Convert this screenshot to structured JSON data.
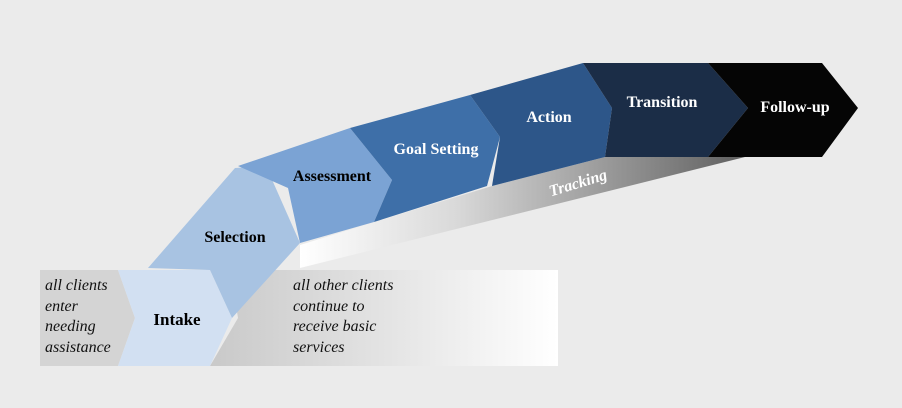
{
  "steps": [
    {
      "label": "Intake",
      "fill": "#d2e0f2",
      "text_color": "#000000"
    },
    {
      "label": "Selection",
      "fill": "#a8c3e2",
      "text_color": "#000000"
    },
    {
      "label": "Assessment",
      "fill": "#7ba3d4",
      "text_color": "#000000"
    },
    {
      "label": "Goal Setting",
      "fill": "#3e6fa8",
      "text_color": "#ffffff"
    },
    {
      "label": "Action",
      "fill": "#2d5689",
      "text_color": "#ffffff"
    },
    {
      "label": "Transition",
      "fill": "#1b2d47",
      "text_color": "#ffffff"
    },
    {
      "label": "Follow-up",
      "fill": "#050505",
      "text_color": "#ffffff"
    }
  ],
  "tracking_label": "Tracking",
  "entry_note": [
    "all clients",
    "enter",
    "needing",
    "assistance"
  ],
  "basic_services_note": [
    "all other clients",
    "continue to",
    "receive basic",
    "services"
  ]
}
